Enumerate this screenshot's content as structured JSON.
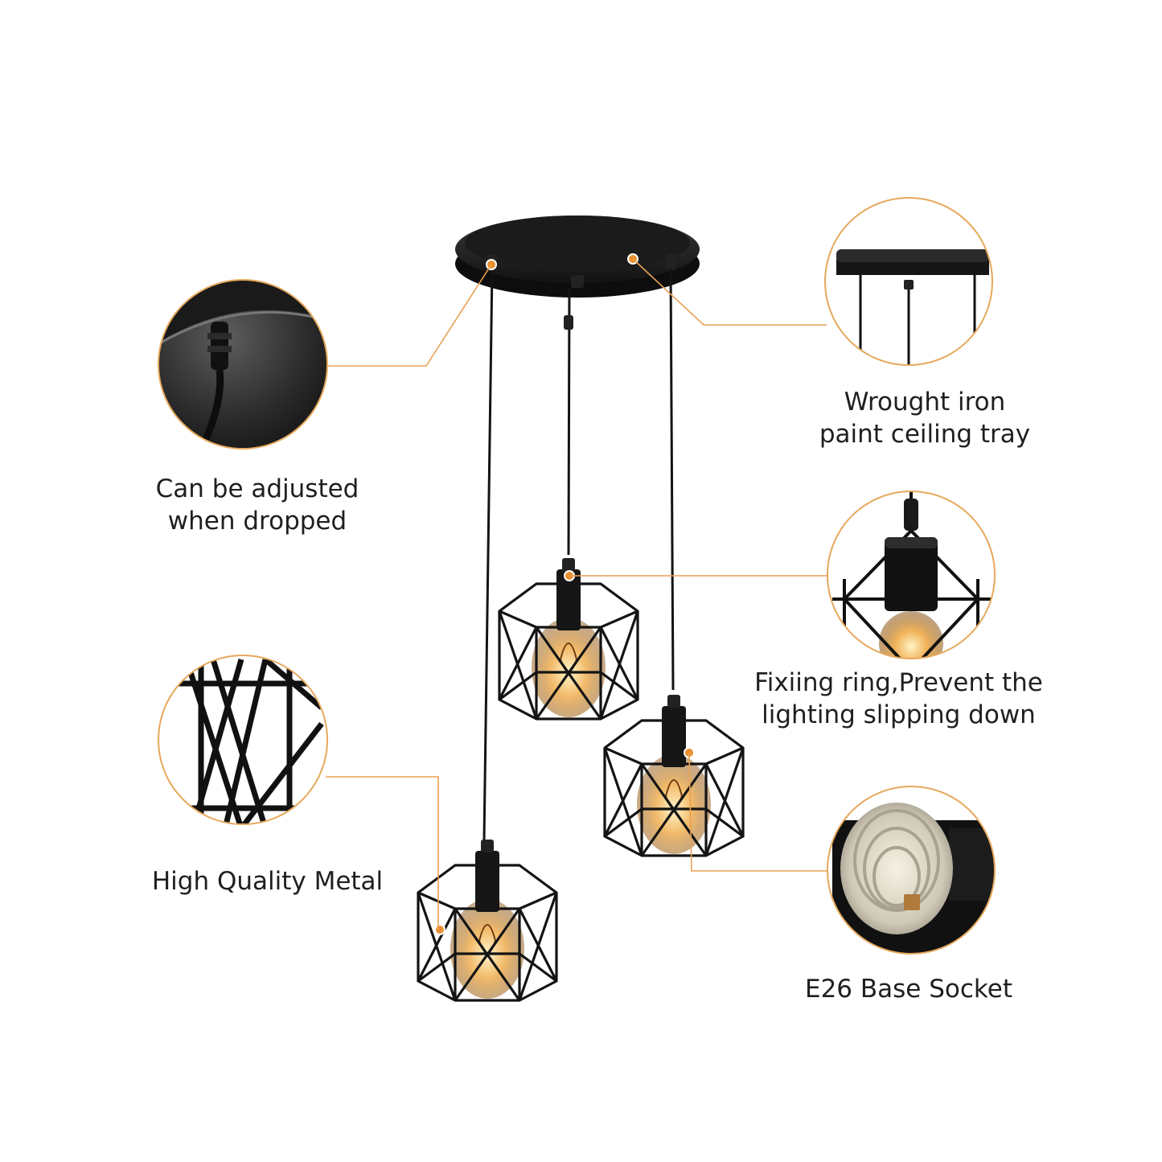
{
  "colors": {
    "background": "#ffffff",
    "accent_orange": "#e8902f",
    "fixture_black": "#151515",
    "bulb_glow": "#f1b35a",
    "circle_border": "#e6a85c",
    "text": "#1f1f1f"
  },
  "callouts": {
    "adjustable": {
      "line1": "Can be adjusted",
      "line2": "when dropped"
    },
    "ceiling_tray": {
      "line1": "Wrought iron",
      "line2": "paint ceiling tray"
    },
    "fixing_ring": {
      "line1": "Fixiing ring,Prevent the",
      "line2": "lighting slipping down"
    },
    "metal": {
      "line1": "High Quality Metal"
    },
    "socket": {
      "line1": "E26 Base Socket"
    }
  },
  "icons": [
    "ceiling-canopy-icon",
    "pendant-cage-icon",
    "edison-bulb-icon",
    "cable-connector-icon",
    "lamp-socket-icon"
  ]
}
